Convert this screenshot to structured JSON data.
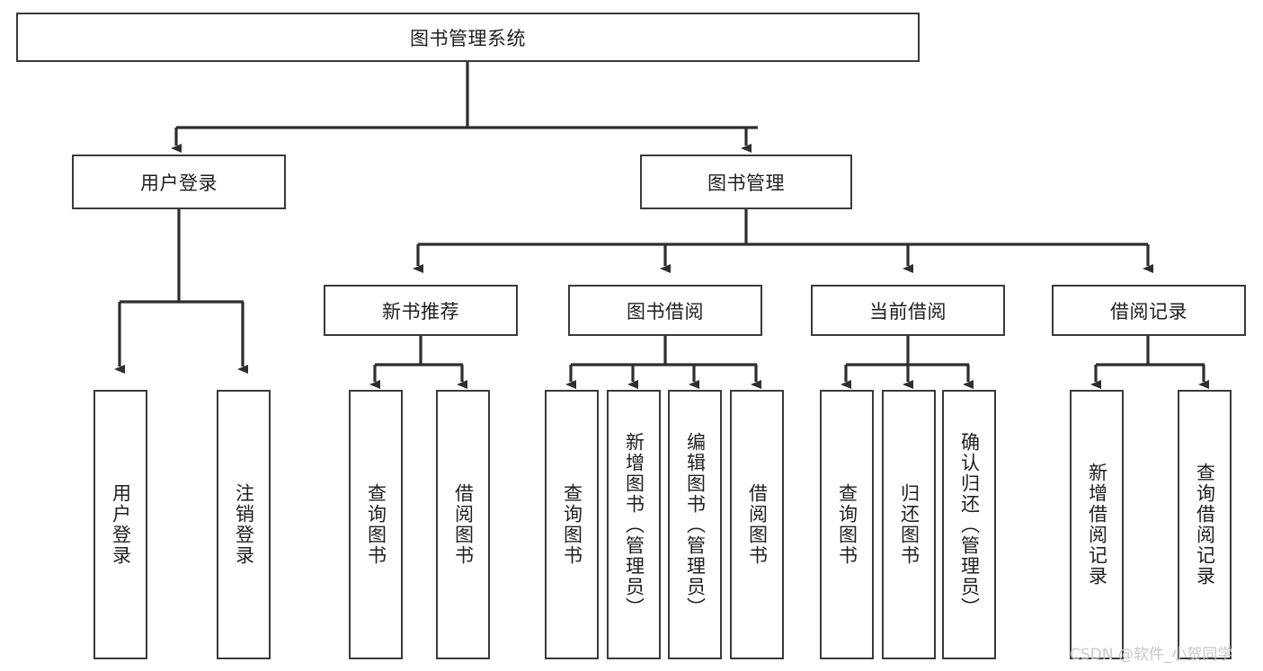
{
  "diagram": {
    "type": "tree",
    "title": "图书管理系统",
    "watermark": "CSDN @软件_小贺同学",
    "colors": {
      "box_border": "#3a3a3a",
      "box_fill": "#ffffff",
      "connector": "#2e2e2e",
      "text": "#1f1f1f",
      "watermark": "#c8c8c8",
      "background": "#ffffff"
    },
    "levels": {
      "root": {
        "label": "图书管理系统"
      },
      "level1": [
        {
          "label": "用户登录"
        },
        {
          "label": "图书管理"
        }
      ],
      "level2": [
        {
          "label": "新书推荐"
        },
        {
          "label": "图书借阅"
        },
        {
          "label": "当前借阅"
        },
        {
          "label": "借阅记录"
        }
      ],
      "leaves": [
        {
          "label": "用户登录",
          "parent": "用户登录"
        },
        {
          "label": "注销登录",
          "parent": "用户登录"
        },
        {
          "label": "查询图书",
          "parent": "新书推荐"
        },
        {
          "label": "借阅图书",
          "parent": "新书推荐"
        },
        {
          "label": "查询图书",
          "parent": "图书借阅"
        },
        {
          "label": "新增图书（管理员）",
          "parent": "图书借阅"
        },
        {
          "label": "编辑图书（管理员）",
          "parent": "图书借阅"
        },
        {
          "label": "借阅图书",
          "parent": "图书借阅"
        },
        {
          "label": "查询图书",
          "parent": "当前借阅"
        },
        {
          "label": "归还图书",
          "parent": "当前借阅"
        },
        {
          "label": "确认归还（管理员）",
          "parent": "当前借阅"
        },
        {
          "label": "新增借阅记录",
          "parent": "借阅记录"
        },
        {
          "label": "查询借阅记录",
          "parent": "借阅记录"
        }
      ]
    }
  }
}
